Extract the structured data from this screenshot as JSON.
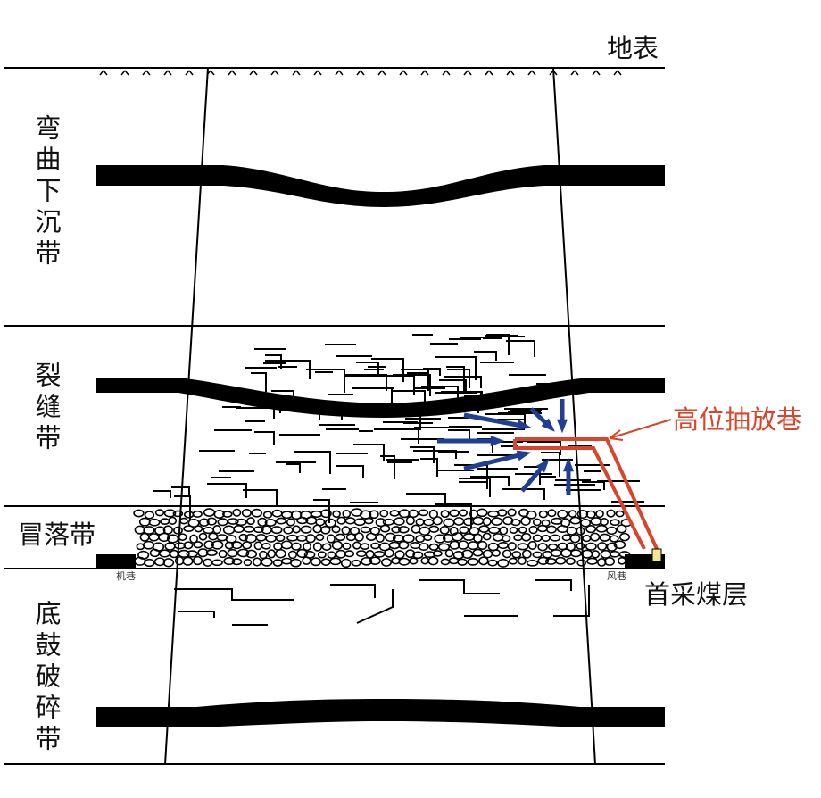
{
  "labels": {
    "surface": "地表",
    "bending_zone": "弯曲下沉带",
    "fracture_zone": "裂缝带",
    "caving_zone": "冒落带",
    "floor_zone": "底鼓破碎带",
    "drainage_roadway": "高位抽放巷",
    "first_seam": "首采煤层",
    "intake_roadway": "机巷",
    "return_roadway": "风巷"
  },
  "colors": {
    "roadway": "#d9452b",
    "gas_flow": "#1f3f94",
    "seam": "#000000",
    "roadway_end": "#f0e68c"
  }
}
